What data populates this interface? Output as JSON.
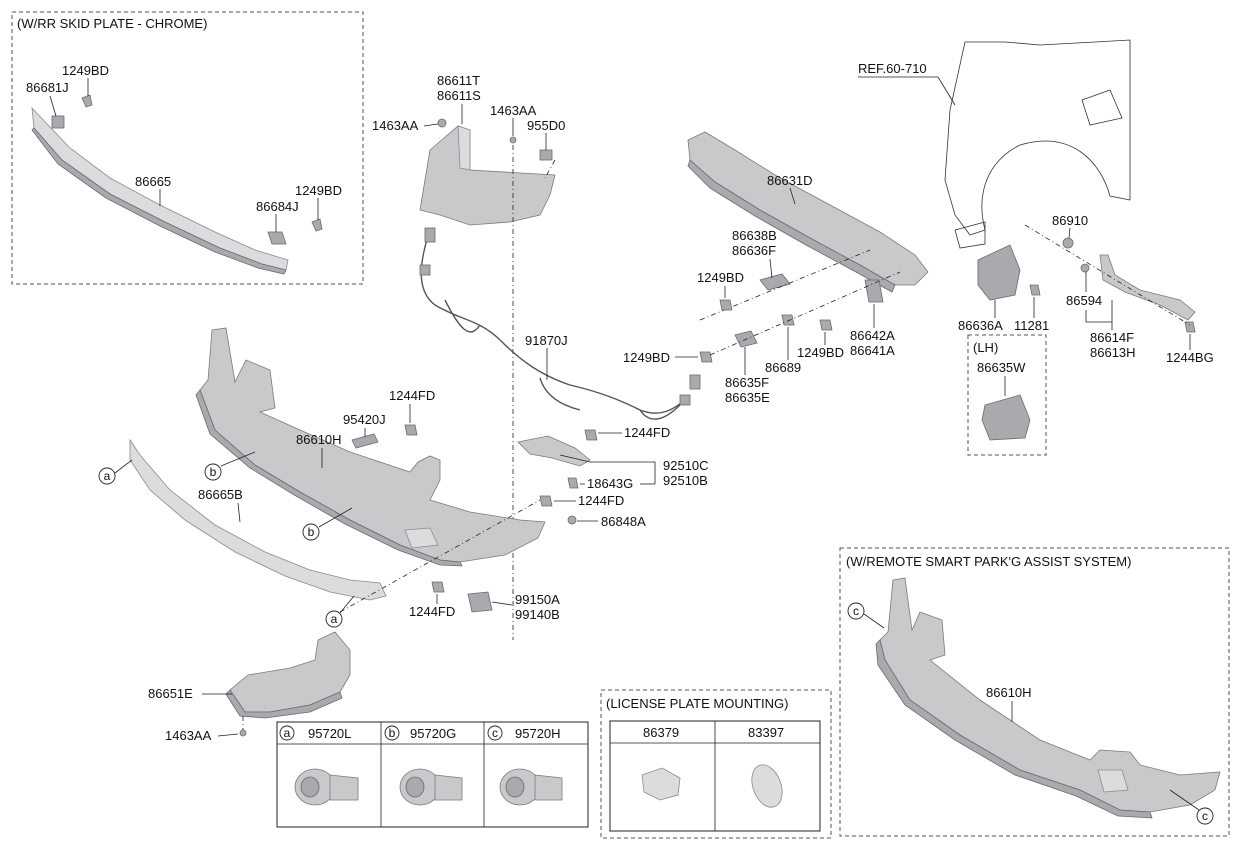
{
  "boxes": {
    "skid_plate": "(W/RR SKID PLATE - CHROME)",
    "lh": "(LH)",
    "remote_park": "(W/REMOTE SMART PARK'G ASSIST SYSTEM)",
    "license": "(LICENSE PLATE MOUNTING)"
  },
  "labels": {
    "l_1249bd_a": "1249BD",
    "l_86681j": "86681J",
    "l_86665": "86665",
    "l_1249bd_b": "1249BD",
    "l_86684j": "86684J",
    "l_86611t": "86611T",
    "l_86611s": "86611S",
    "l_1463aa_a": "1463AA",
    "l_1463aa_b": "1463AA",
    "l_955d0": "955D0",
    "l_86631d": "86631D",
    "l_86638b": "86638B",
    "l_86636f": "86636F",
    "l_1249bd_c": "1249BD",
    "l_ref": "REF.60-710",
    "l_86910": "86910",
    "l_86594": "86594",
    "l_86636a": "86636A",
    "l_11281": "11281",
    "l_86614f": "86614F",
    "l_86613h": "86613H",
    "l_1244bg": "1244BG",
    "l_86635w": "86635W",
    "l_91870j": "91870J",
    "l_1249bd_d": "1249BD",
    "l_86689": "86689",
    "l_1249bd_e": "1249BD",
    "l_86642a": "86642A",
    "l_86641a": "86641A",
    "l_86635f": "86635F",
    "l_86635e": "86635E",
    "l_1244fd_a": "1244FD",
    "l_95420j": "95420J",
    "l_86610h_a": "86610H",
    "l_1244fd_b": "1244FD",
    "l_92510c": "92510C",
    "l_92510b": "92510B",
    "l_18643g": "18643G",
    "l_1244fd_c": "1244FD",
    "l_86665b": "86665B",
    "l_86848a": "86848A",
    "l_1244fd_d": "1244FD",
    "l_99150a": "99150A",
    "l_99140b": "99140B",
    "l_86651e": "86651E",
    "l_1463aa_c": "1463AA",
    "l_86610h_b": "86610H"
  },
  "callouts": {
    "a": "a",
    "b": "b",
    "c": "c"
  },
  "sensor_table": {
    "cols": [
      {
        "key": "a",
        "part": "95720L"
      },
      {
        "key": "b",
        "part": "95720G"
      },
      {
        "key": "c",
        "part": "95720H"
      }
    ]
  },
  "license_table": {
    "cols": [
      "86379",
      "83397"
    ]
  }
}
